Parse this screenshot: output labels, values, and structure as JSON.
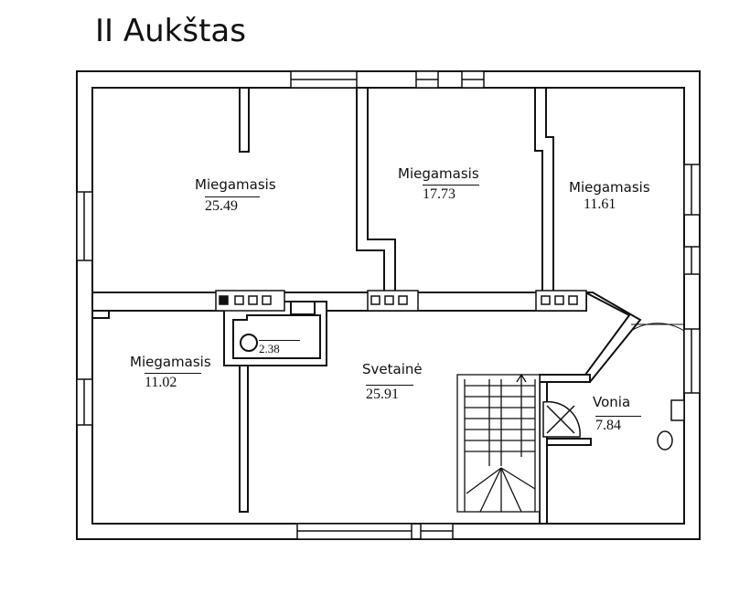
{
  "title": "II Aukštas",
  "rooms": [
    {
      "name": "Miegamasis",
      "area": "25.49"
    },
    {
      "name": "Miegamasis",
      "area": "17.73"
    },
    {
      "name": "Miegamasis",
      "area": "11.61"
    },
    {
      "name": "Miegamasis",
      "area": "11.02"
    },
    {
      "name": "",
      "area": "2.38"
    },
    {
      "name": "Svetainė",
      "area": "25.91"
    },
    {
      "name": "Vonia",
      "area": "7.84"
    }
  ]
}
